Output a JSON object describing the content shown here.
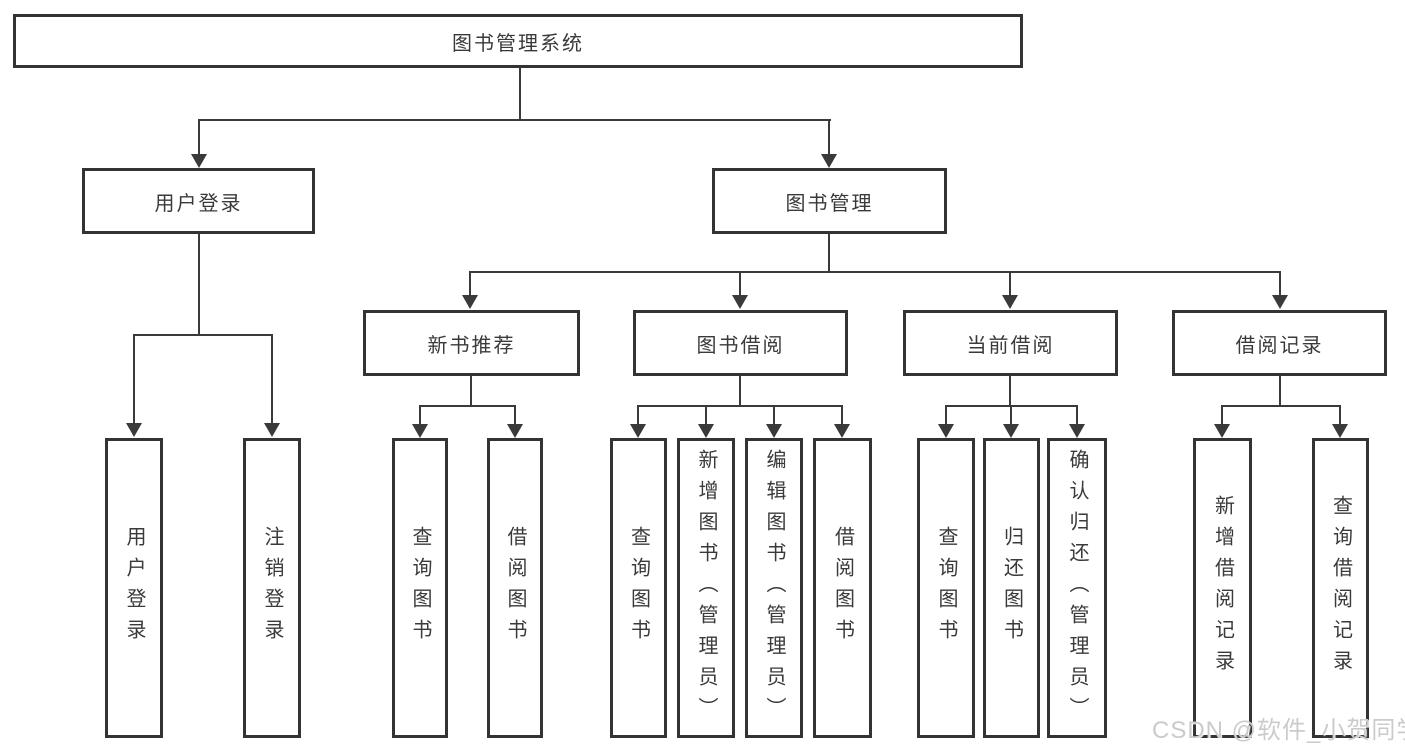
{
  "tree": {
    "label": "图书管理系统",
    "children": [
      {
        "label": "用户登录",
        "children": [
          {
            "label": "用户登录"
          },
          {
            "label": "注销登录"
          }
        ]
      },
      {
        "label": "图书管理",
        "children": [
          {
            "label": "新书推荐",
            "children": [
              {
                "label": "查询图书"
              },
              {
                "label": "借阅图书"
              }
            ]
          },
          {
            "label": "图书借阅",
            "children": [
              {
                "label": "查询图书"
              },
              {
                "label": "新增图书（管理员）"
              },
              {
                "label": "编辑图书（管理员）"
              },
              {
                "label": "借阅图书"
              }
            ]
          },
          {
            "label": "当前借阅",
            "children": [
              {
                "label": "查询图书"
              },
              {
                "label": "归还图书"
              },
              {
                "label": "确认归还（管理员）"
              }
            ]
          },
          {
            "label": "借阅记录",
            "children": [
              {
                "label": "新增借阅记录"
              },
              {
                "label": "查询借阅记录"
              }
            ]
          }
        ]
      }
    ]
  },
  "watermark": {
    "text": "CSDN @软件_小贺同学"
  },
  "colors": {
    "line": "#3a3a3a",
    "box_border": "#333333",
    "text": "#3a3a3a",
    "watermark": "#cbcbcb",
    "background": "#ffffff"
  }
}
